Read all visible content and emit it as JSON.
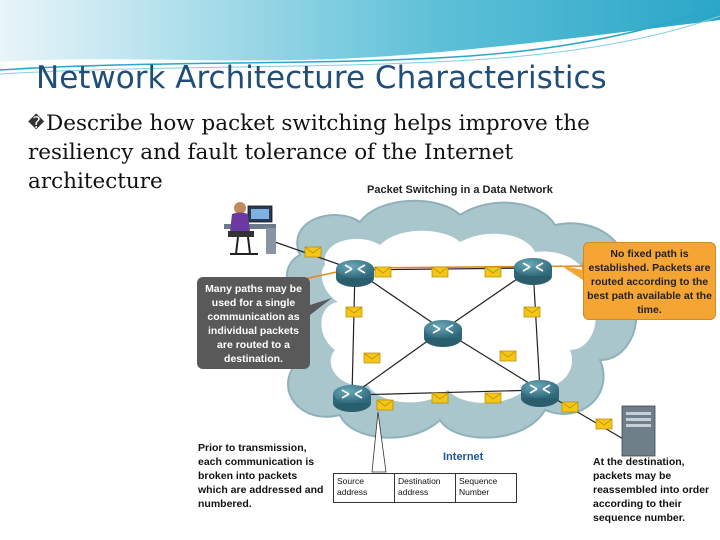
{
  "slide": {
    "title": "Network Architecture Characteristics",
    "bullet_glyph": "�",
    "bullet_text": "Describe how packet switching helps improve the resiliency and fault tolerance of the Internet architecture"
  },
  "figure": {
    "title": "Packet Switching in a Data Network",
    "callout_left": "Many paths may be used for a single communication as individual packets are routed to a destination.",
    "callout_right": "No fixed path is established. Packets are routed according to the best path available at the time.",
    "note_prior": "Prior to transmission, each communication is broken into packets which are addressed and numbered.",
    "note_destination": "At the destination, packets may be reassembled into order according to their sequence number.",
    "internet_label": "Internet",
    "packet_header": {
      "source": "Source address",
      "destination": "Destination address",
      "sequence": "Sequence Number"
    }
  },
  "colors": {
    "title": "#1f4e79",
    "cloud_fill": "#a9c6cd",
    "cloud_inner": "#ffffff",
    "router": "#3b7b8e",
    "callout_orange": "#f4a534",
    "callout_gray": "#595959",
    "packet": "#f5c518",
    "route_line": "#e08a1e"
  },
  "icons": [
    "router-icon",
    "envelope-icon",
    "workstation-icon",
    "server-icon",
    "user-at-desk-icon"
  ]
}
